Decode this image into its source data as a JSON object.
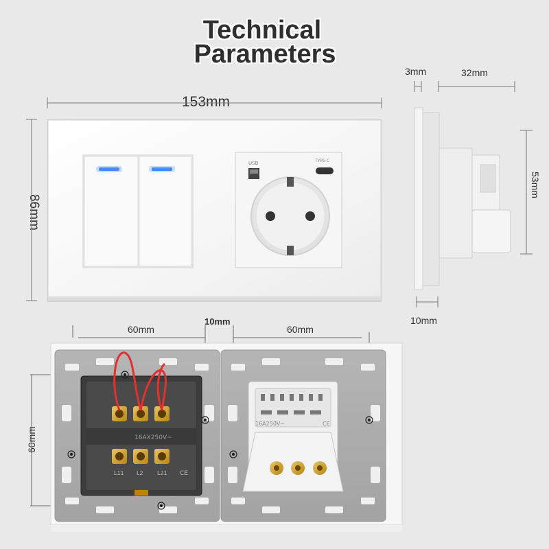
{
  "title": {
    "line1": "Technical",
    "line2": "Parameters"
  },
  "dimensions": {
    "front_width": "153mm",
    "front_height": "86mm",
    "side_frame": "3mm",
    "side_depth": "32mm",
    "side_height": "53mm",
    "side_bottom": "10mm",
    "back_left_width": "60mm",
    "back_gap": "10mm",
    "back_right_width": "60mm",
    "back_height": "60mm"
  },
  "labels": {
    "usb_a": "USB",
    "usb_c": "TYPE-C",
    "switch_rating": "16AX250V~",
    "socket_rating": "16A250V~",
    "terminal_l11": "L11",
    "terminal_l2": "L2",
    "terminal_l21": "L21",
    "ce": "CE"
  }
}
